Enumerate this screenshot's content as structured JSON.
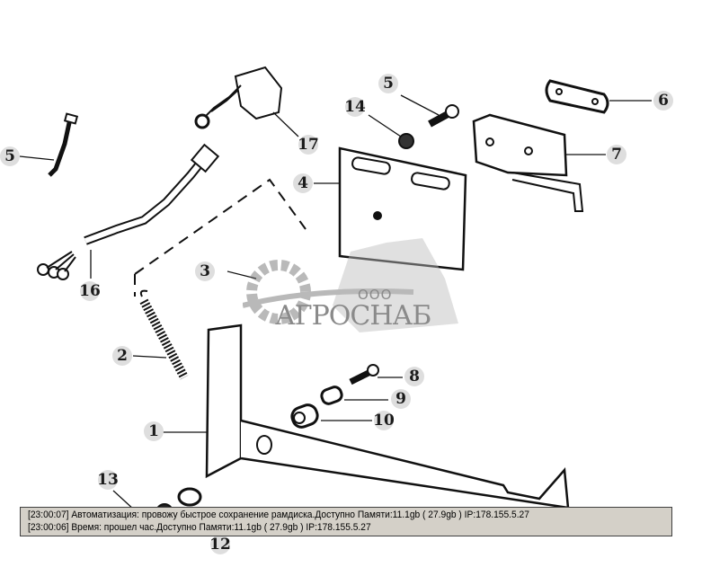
{
  "diagram": {
    "callouts": [
      {
        "label": "1"
      },
      {
        "label": "2"
      },
      {
        "label": "3"
      },
      {
        "label": "4"
      },
      {
        "label": "5"
      },
      {
        "label": "5"
      },
      {
        "label": "6"
      },
      {
        "label": "7"
      },
      {
        "label": "8"
      },
      {
        "label": "9"
      },
      {
        "label": "10"
      },
      {
        "label": "12"
      },
      {
        "label": "13"
      },
      {
        "label": "14"
      },
      {
        "label": "16"
      },
      {
        "label": "17"
      }
    ],
    "watermark": {
      "prefix": "ООО",
      "name": "АГРОСНАБ"
    }
  },
  "log": {
    "lines": [
      "[23:00:07]  Автоматизация: провожу быстрое сохранение рамдиска.Доступно Памяти:11.1gb  ( 27.9gb ) IP:178.155.5.27",
      "[23:00:06]  Время: прошел час.Доступно Памяти:11.1gb  ( 27.9gb ) IP:178.155.5.27"
    ]
  }
}
